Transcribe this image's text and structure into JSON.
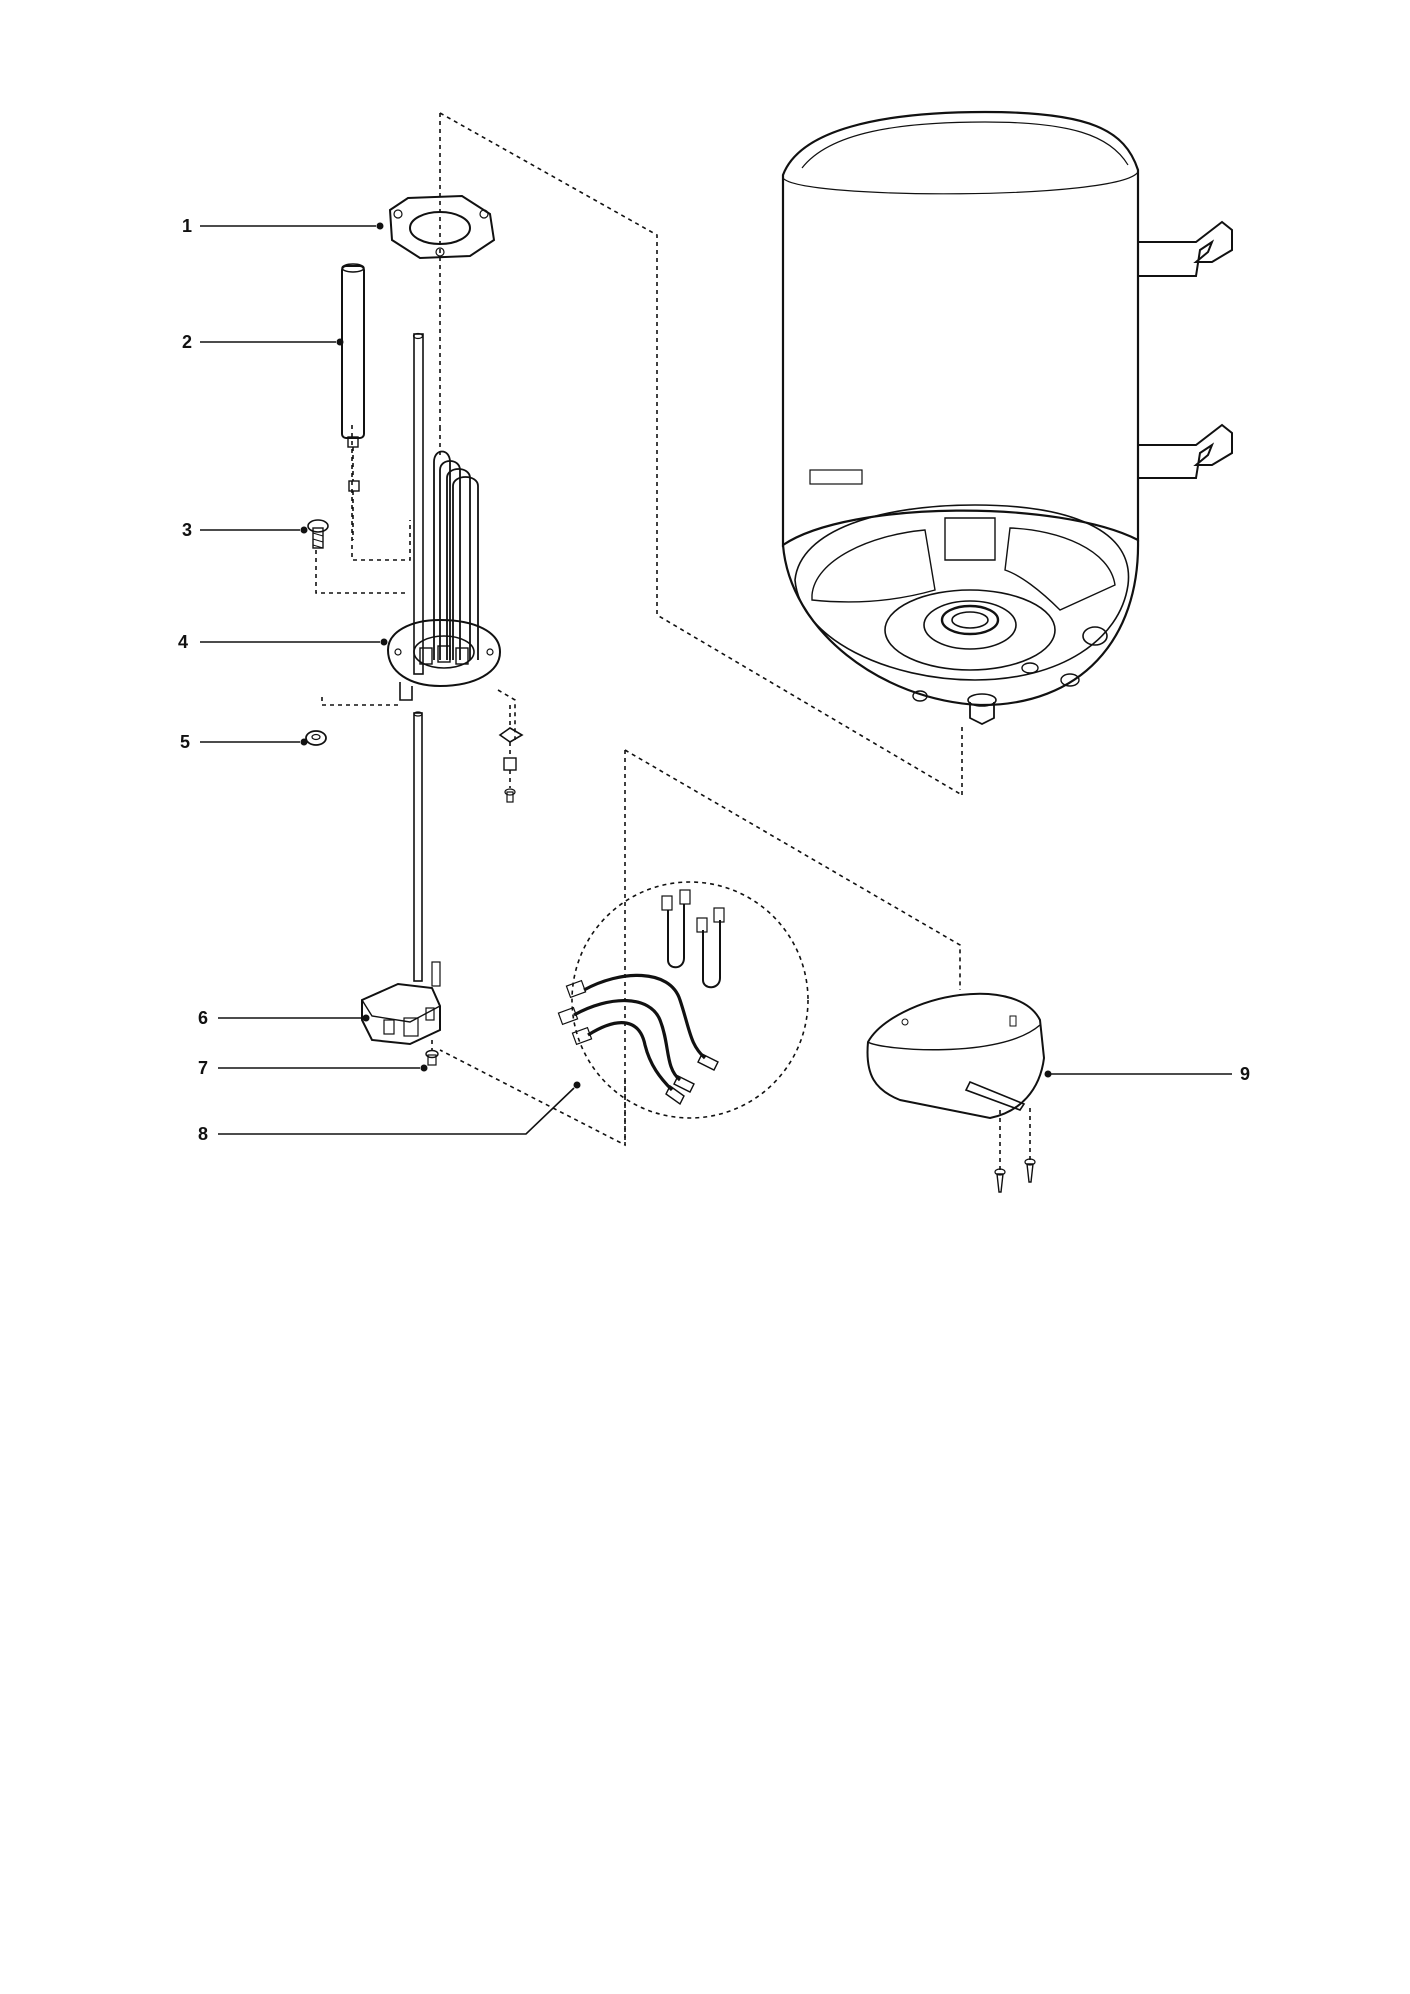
{
  "colors": {
    "ink": "#111111",
    "fill_light": "#f6f6f6",
    "fill_mid": "#e2e2e2",
    "background": "#ffffff"
  },
  "callouts": [
    {
      "id": "1",
      "label": "1",
      "part": "flange-gasket"
    },
    {
      "id": "2",
      "label": "2",
      "part": "anode-rod"
    },
    {
      "id": "3",
      "label": "3",
      "part": "screw"
    },
    {
      "id": "4",
      "label": "4",
      "part": "heating-element-flange"
    },
    {
      "id": "5",
      "label": "5",
      "part": "nut"
    },
    {
      "id": "6",
      "label": "6",
      "part": "thermostat"
    },
    {
      "id": "7",
      "label": "7",
      "part": "thermostat-screw"
    },
    {
      "id": "8",
      "label": "8",
      "part": "wiring-harness"
    },
    {
      "id": "9",
      "label": "9",
      "part": "bottom-cover"
    }
  ]
}
